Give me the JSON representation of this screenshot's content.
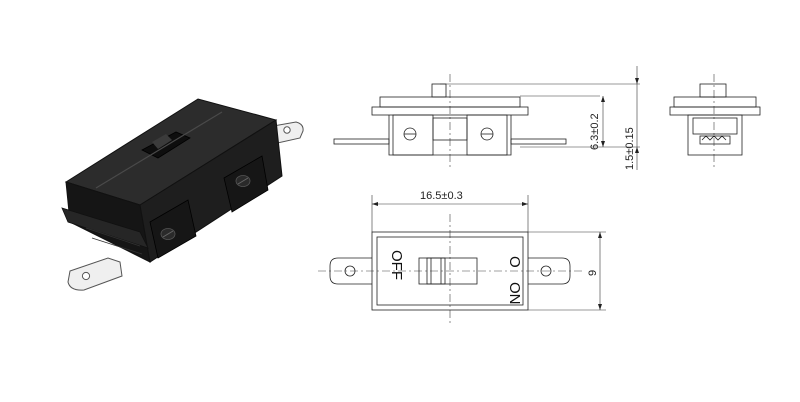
{
  "dimensions": {
    "width": "16.5±0.3",
    "height_body": "6.3±0.2",
    "height_terminal": "1.5±0.15",
    "depth": "9"
  },
  "switch_labels": {
    "off": "OFF",
    "on": "ON",
    "o": "O"
  },
  "colors": {
    "body": "#1c1c1c",
    "body_highlight": "#3a3a3a",
    "terminal": "#e8e8e8",
    "line": "#222222"
  }
}
